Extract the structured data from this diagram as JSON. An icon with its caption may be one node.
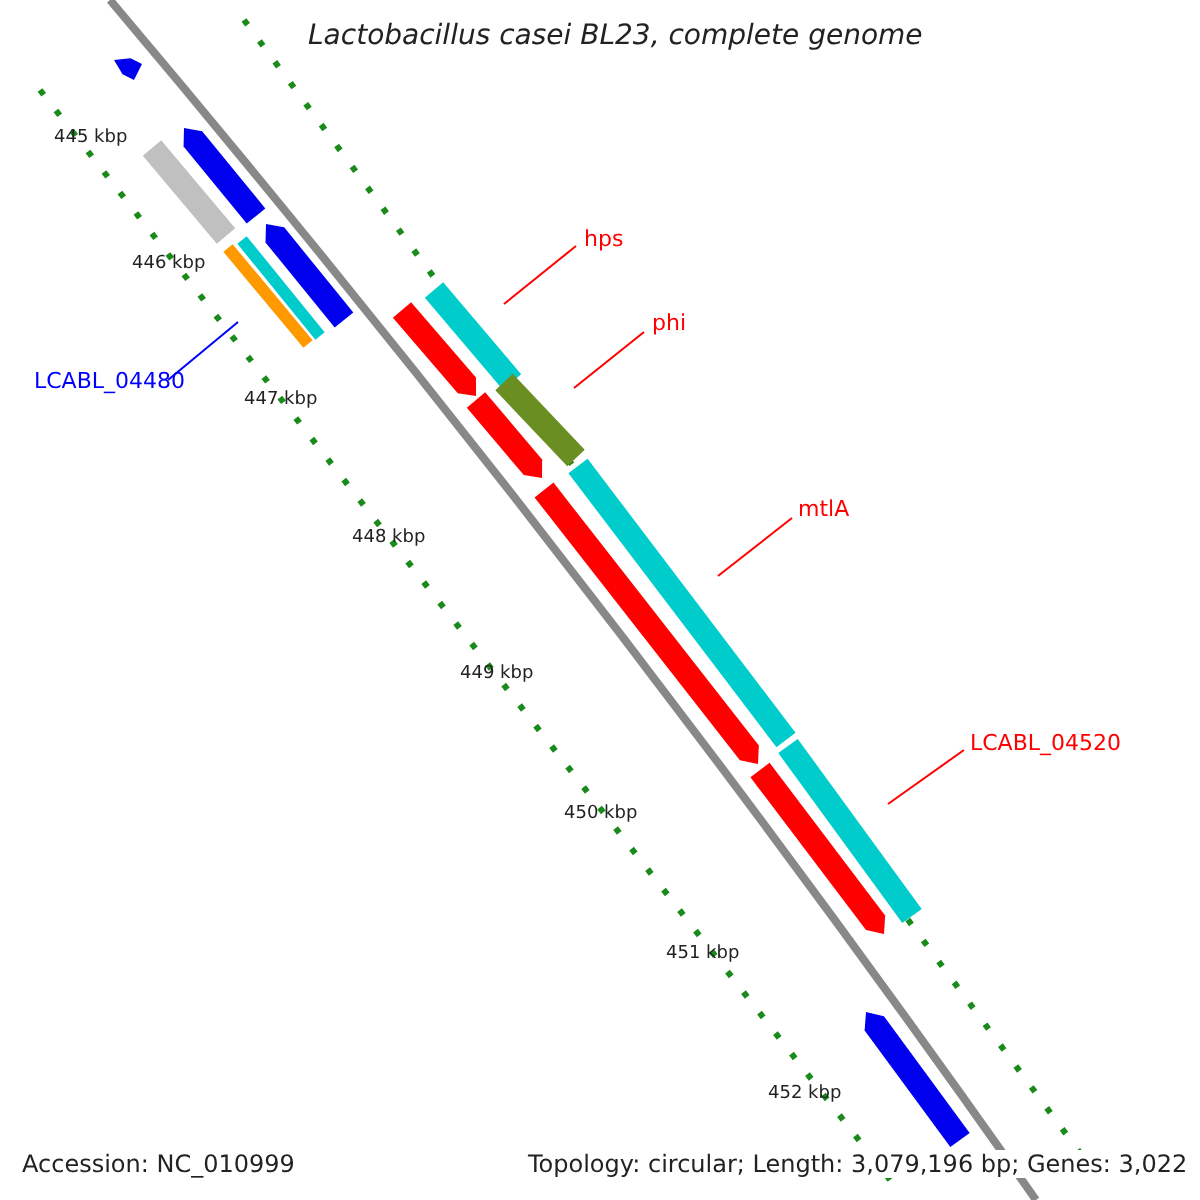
{
  "diagram": {
    "title": "Lactobacillus casei BL23, complete genome",
    "nodes": [
      {
        "text": [
          "hps"
        ]
      },
      {
        "text": [
          "phi"
        ]
      },
      {
        "text": [
          "mtlA"
        ]
      },
      {
        "text": [
          "LCABL_04520"
        ]
      },
      {
        "text": [
          "LCABL_04480"
        ]
      },
      {
        "text": [],
        "shape": "bar"
      },
      {
        "text": [],
        "shape": "bar"
      },
      {
        "text": [],
        "shape": "bar"
      },
      {
        "text": [],
        "shape": "bar"
      },
      {
        "text": [],
        "shape": "bar"
      },
      {
        "text": [],
        "shape": "bar"
      },
      {
        "text": [],
        "shape": "bar"
      },
      {
        "text": [],
        "shape": "bar"
      },
      {
        "text": [],
        "shape": "bar"
      },
      {
        "text": [],
        "shape": "bar"
      },
      {
        "text": [],
        "shape": "bar"
      },
      {
        "text": [],
        "shape": "bar"
      },
      {
        "text": [],
        "shape": "bar"
      },
      {
        "text": [],
        "shape": "bar"
      },
      {
        "text": [],
        "shape": "bar"
      }
    ],
    "edges": [
      {
        "from": 0,
        "to": 5,
        "arrow": "none"
      },
      {
        "from": 1,
        "to": 6,
        "arrow": "none"
      },
      {
        "from": 2,
        "to": 7,
        "arrow": "none"
      },
      {
        "from": 3,
        "to": 8,
        "arrow": "none"
      },
      {
        "from": 4,
        "to": 9,
        "arrow": "none",
        "color": "#0000ff"
      }
    ],
    "labels": [
      "445 kbp",
      "446 kbp",
      "447 kbp",
      "448 kbp",
      "449 kbp",
      "450 kbp",
      "451 kbp",
      "452 kbp",
      "Accession: NC_010999",
      "Topology: circular; Length: 3,079,196 bp; Genes: 3,022"
    ]
  }
}
